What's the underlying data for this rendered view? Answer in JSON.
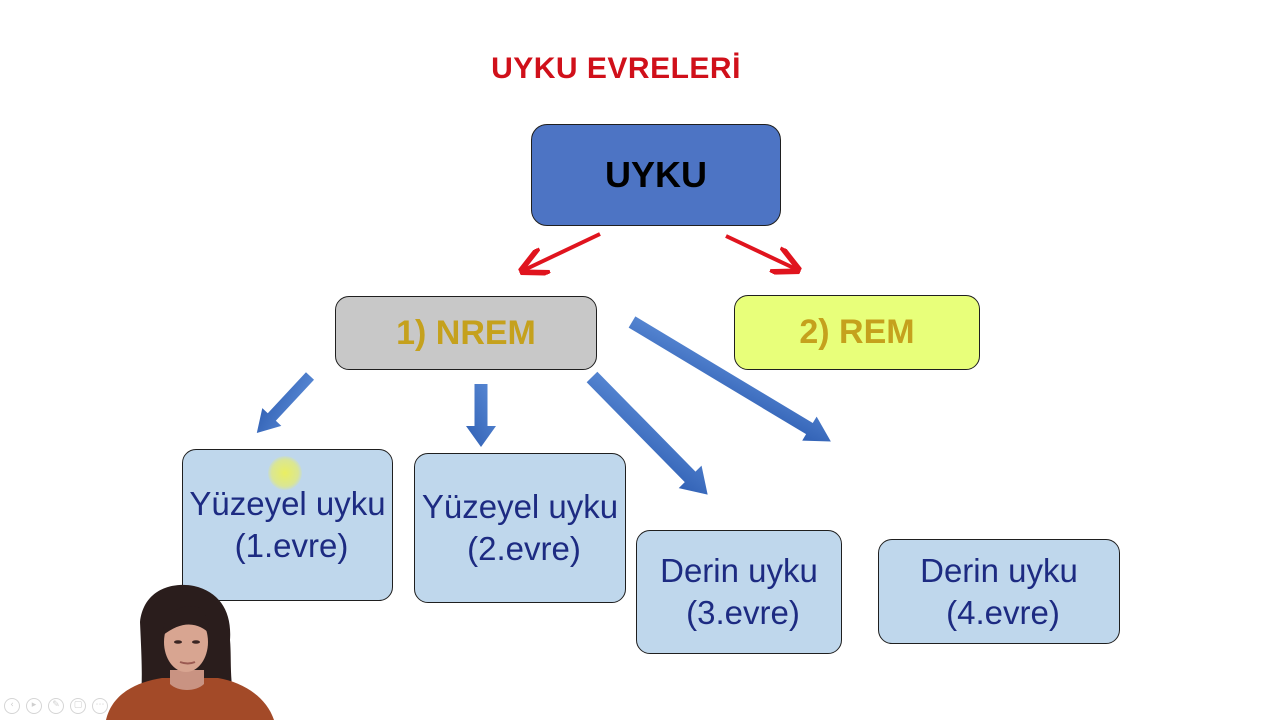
{
  "title": "UYKU EVRELERİ",
  "root": {
    "label": "UYKU"
  },
  "nrem": {
    "label": "1) NREM"
  },
  "rem": {
    "label": "2) REM"
  },
  "stages": [
    {
      "line1": "Yüzeyel uyku",
      "line2": "(1.evre)"
    },
    {
      "line1": "Yüzeyel uyku",
      "line2": "(2.evre)"
    },
    {
      "line1": "Derin uyku",
      "line2": "(3.evre)"
    },
    {
      "line1": "Derin uyku",
      "line2": "(4.evre)"
    }
  ],
  "colors": {
    "title": "#d0101a",
    "root_fill": "#4d74c4",
    "nrem_fill": "#c8c8c8",
    "rem_fill": "#e8ff7a",
    "branch_label": "#c5a11d",
    "stage_fill": "#bfd7ec",
    "stage_text": "#1d2b82",
    "red_arrow": "#e0141e",
    "blue_arrow": "#4472c4"
  },
  "icons": {
    "player_controls": [
      "previous-icon",
      "play-icon",
      "pen-icon",
      "copy-icon",
      "more-icon"
    ]
  }
}
